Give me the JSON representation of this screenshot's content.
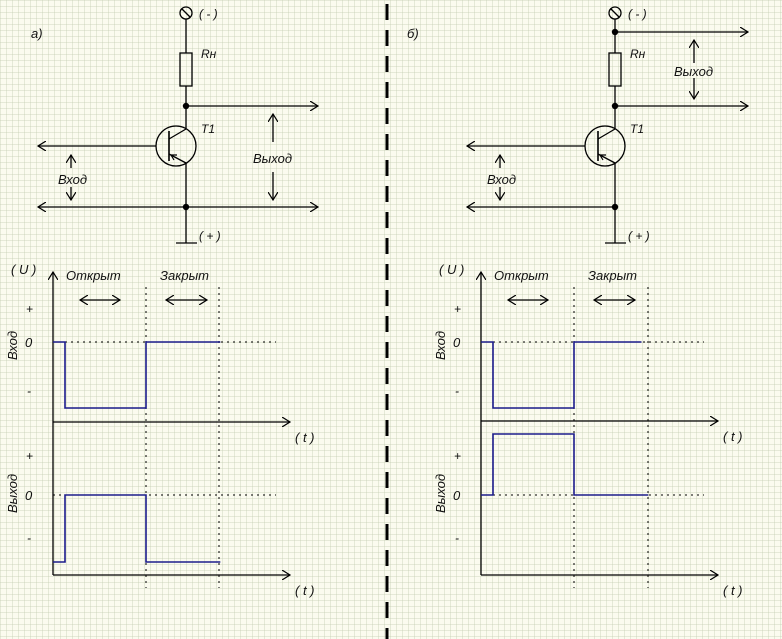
{
  "divider": "dashed-vertical-separator",
  "panels": [
    {
      "id": "a",
      "label": "а)",
      "circuit": {
        "supply_negative": "( - )",
        "supply_positive": "( + )",
        "resistor_label": "Rн",
        "transistor_label": "T1",
        "input_label": "Вход",
        "output_label": "Выход",
        "output_taken_across": "transistor"
      },
      "diagram": {
        "y_axis_label": "( U )",
        "x_axis_label": "( t )",
        "state_open": "Открыт",
        "state_closed": "Закрыт",
        "input_plot_label": "Вход",
        "output_plot_label": "Выход",
        "tick_plus": "+",
        "tick_zero": "0",
        "tick_minus": "-"
      }
    },
    {
      "id": "b",
      "label": "б)",
      "circuit": {
        "supply_negative": "( - )",
        "supply_positive": "( + )",
        "resistor_label": "Rн",
        "transistor_label": "T1",
        "input_label": "Вход",
        "output_label": "Выход",
        "output_taken_across": "resistor"
      },
      "diagram": {
        "y_axis_label": "( U )",
        "x_axis_label": "( t )",
        "state_open": "Открыт",
        "state_closed": "Закрыт",
        "input_plot_label": "Вход",
        "output_plot_label": "Выход",
        "tick_plus": "+",
        "tick_zero": "0",
        "tick_minus": "-"
      }
    }
  ],
  "chart_data": [
    {
      "type": "line",
      "panel": "a",
      "title": "Вход",
      "xlabel": "( t )",
      "ylabel": "( U )",
      "y_ticks": [
        "+",
        "0",
        "-"
      ],
      "x": [
        0,
        1,
        1,
        7,
        7,
        12.5
      ],
      "values": [
        0,
        0,
        -1,
        -1,
        0,
        0
      ],
      "regions": [
        {
          "label": "Открыт",
          "from": 1,
          "to": 7
        },
        {
          "label": "Закрыт",
          "from": 7,
          "to": 12.5
        }
      ],
      "color": "#1c1c8c"
    },
    {
      "type": "line",
      "panel": "a",
      "title": "Выход",
      "xlabel": "( t )",
      "y_ticks": [
        "+",
        "0",
        "-"
      ],
      "x": [
        0,
        1,
        1,
        7,
        7,
        12.5
      ],
      "values": [
        -1,
        -1,
        0,
        0,
        -1,
        -1
      ],
      "color": "#1c1c8c"
    },
    {
      "type": "line",
      "panel": "b",
      "title": "Вход",
      "xlabel": "( t )",
      "ylabel": "( U )",
      "y_ticks": [
        "+",
        "0",
        "-"
      ],
      "x": [
        0,
        1,
        1,
        7,
        7,
        12
      ],
      "values": [
        0,
        0,
        -1,
        -1,
        0,
        0
      ],
      "regions": [
        {
          "label": "Открыт",
          "from": 1,
          "to": 7
        },
        {
          "label": "Закрыт",
          "from": 7,
          "to": 12.5
        }
      ],
      "color": "#1c1c8c"
    },
    {
      "type": "line",
      "panel": "b",
      "title": "Выход",
      "xlabel": "( t )",
      "y_ticks": [
        "+",
        "0",
        "-"
      ],
      "x": [
        0,
        1,
        1,
        7,
        7,
        12.5
      ],
      "values": [
        0,
        0,
        1,
        1,
        0,
        0
      ],
      "color": "#1c1c8c"
    }
  ]
}
